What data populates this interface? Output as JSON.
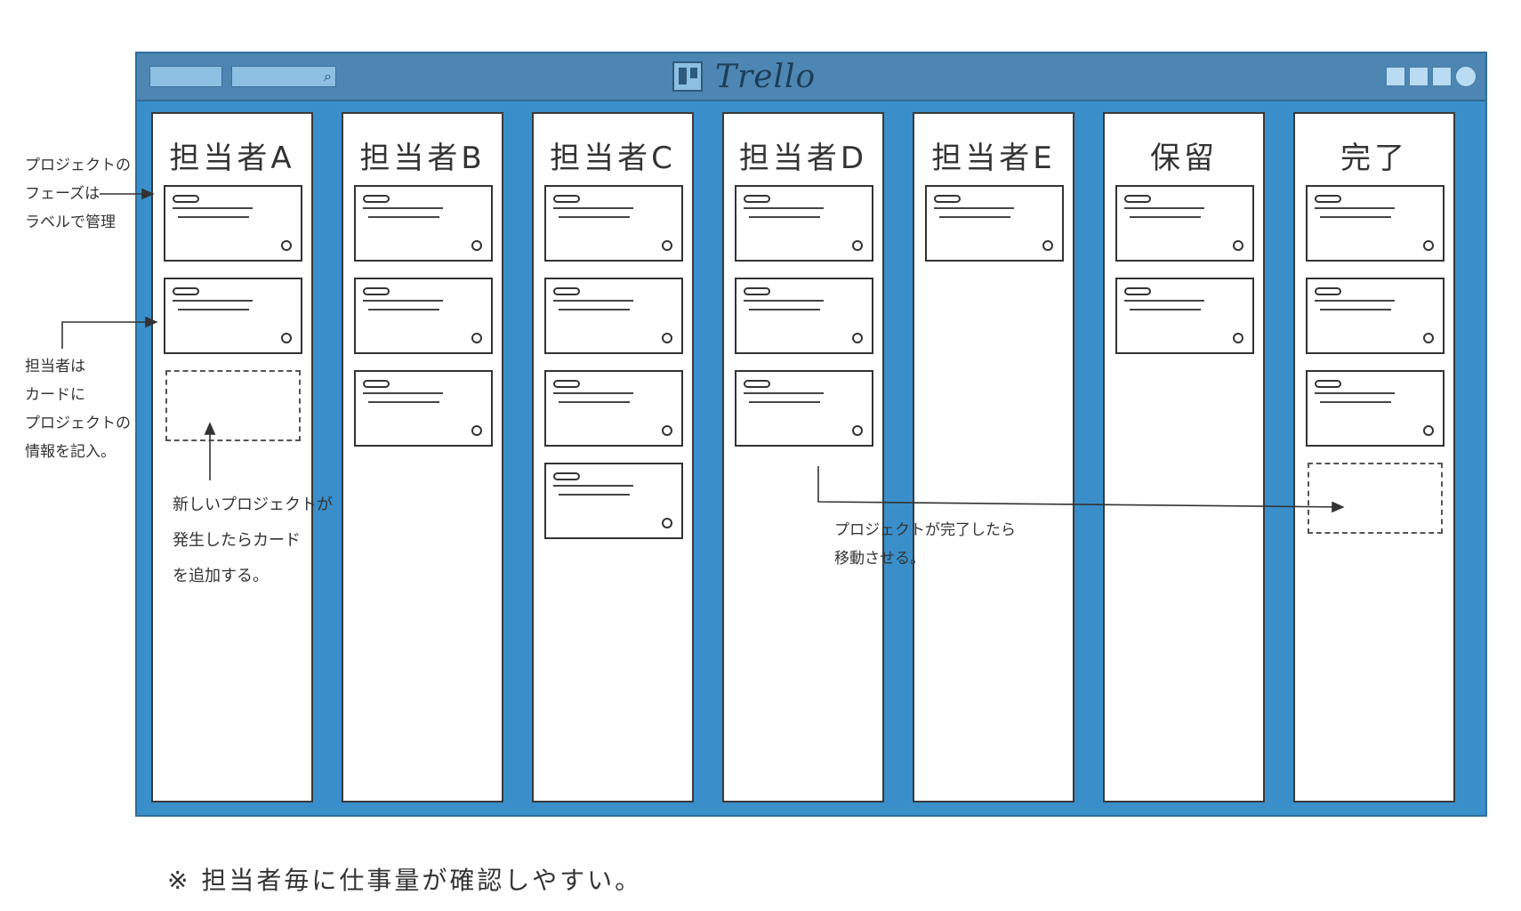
{
  "app": {
    "name": "Trello"
  },
  "lists": [
    {
      "title": "担当者A",
      "cards": 2,
      "placeholder": true
    },
    {
      "title": "担当者B",
      "cards": 3,
      "placeholder": false
    },
    {
      "title": "担当者C",
      "cards": 4,
      "placeholder": false
    },
    {
      "title": "担当者D",
      "cards": 3,
      "placeholder": false
    },
    {
      "title": "担当者E",
      "cards": 1,
      "placeholder": false
    },
    {
      "title": "保留",
      "cards": 2,
      "placeholder": false
    },
    {
      "title": "完了",
      "cards": 3,
      "placeholder": true
    }
  ],
  "notes": {
    "phase_label": [
      "プロジェクトの",
      "フェーズは",
      "ラベルで管理"
    ],
    "card_info": [
      "担当者は",
      "カードに",
      "プロジェクトの",
      "情報を記入。"
    ],
    "new_project": [
      "新しいプロジェクトが",
      "発生したらカード",
      "を追加する。"
    ],
    "move_done": [
      "プロジェクトが完了したら",
      "移動させる。"
    ]
  },
  "footnote": "※ 担当者毎に仕事量が確認しやすい。",
  "colors": {
    "frame": "#3a8fca",
    "topbar": "#4d86b3",
    "control": "#b9dcf3"
  },
  "icons": {
    "search": "search-icon",
    "logo": "trello-logo-icon",
    "card_member": "circle-icon"
  }
}
